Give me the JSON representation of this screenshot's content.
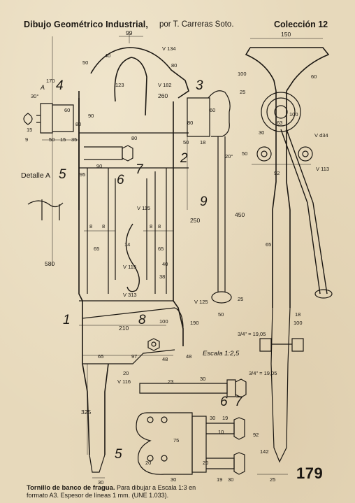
{
  "header": {
    "title": "Dibujo Geométrico Industrial,",
    "author": "por T. Carreras Soto.",
    "collection": "Colección 12"
  },
  "plate_number": "179",
  "footer": {
    "caption": "Tornillo de banco de fragua.",
    "instructions_line1": "Para dibujar a Escala 1:3 en",
    "instructions_line2": "formato A3. Espesor de líneas 1 mm. (UNE 1.033)."
  },
  "drawing": {
    "detail_label": "Detalle A",
    "detail_marker": "A",
    "scale_label": "Escala 1:2,5",
    "part_numbers": {
      "p1": "1",
      "p2": "2",
      "p3": "3",
      "p4": "4",
      "p5_top": "5",
      "p5_bottom": "5",
      "p6_left": "6",
      "p7_left": "7",
      "p8": "8",
      "p9": "9",
      "p6_right": "6",
      "p7_right": "7"
    },
    "dimensions": {
      "d99": "99",
      "d150": "150",
      "d134": "V 134",
      "d50a": "50",
      "d40a": "40",
      "d80a": "80",
      "d100a": "100",
      "d60a": "60",
      "d170": "170",
      "d123": "123",
      "d260": "260",
      "d25a": "25",
      "d182": "V 182",
      "d30deg": "30°",
      "d60b": "60",
      "d15": "15",
      "d80b": "80",
      "d90": "90",
      "d80c": "80",
      "d80d": "80",
      "d60c": "60",
      "d63": "63",
      "d100b": "100",
      "d30a": "30",
      "d9": "9",
      "d50b": "50",
      "d15b": "15",
      "d35": "35",
      "d50c": "50",
      "d18": "18",
      "d20deg": "20°",
      "d34": "V d34",
      "d50d": "50",
      "d95": "95",
      "d90b": "90",
      "d92": "92",
      "d113": "V 113",
      "d115": "V 115",
      "d450": "450",
      "d8a": "8",
      "d8b": "8",
      "d8c": "8",
      "d8d": "8",
      "d250": "250",
      "d65a": "65",
      "d65b": "65",
      "d65c": "65",
      "d580": "580",
      "d14": "14",
      "d115b": "V 115",
      "d40b": "40",
      "d38": "38",
      "d313": "V 313",
      "d25b": "25",
      "d125": "V 125",
      "d50e": "50",
      "d18b": "18",
      "d100c": "100",
      "d210": "210",
      "d100d": "100",
      "d190": "190",
      "d3_4a": "3/4\" = 19,05",
      "d48a": "48",
      "d65d": "65",
      "d97": "97",
      "d48b": "48",
      "d20a": "20",
      "d116": "V 116",
      "d325": "325",
      "d23": "23",
      "d30b": "30",
      "d3_4b": "3/4\" = 19,05",
      "d30c": "30",
      "d19a": "19",
      "d10": "10",
      "d75": "75",
      "d20b": "20",
      "d20c": "20",
      "d92b": "92",
      "d142": "142",
      "d30d": "30",
      "d30e": "30",
      "d19b": "19",
      "d25c": "25",
      "d30f": "30"
    }
  }
}
